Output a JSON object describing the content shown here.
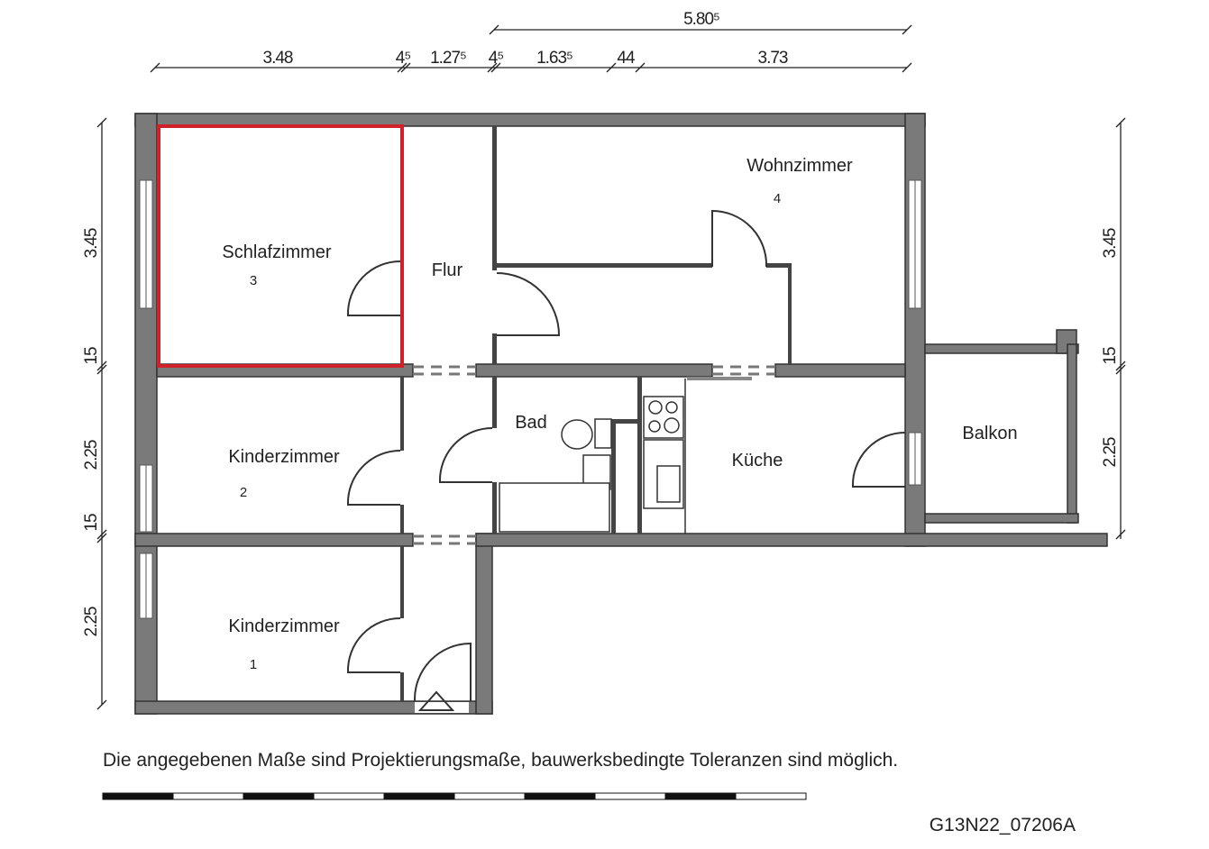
{
  "dimensions": {
    "top_total": "5.80⁵",
    "top": [
      "3.48",
      "4⁵",
      "1.27⁵",
      "4⁵",
      "1.63⁵",
      "44",
      "3.73"
    ],
    "left": [
      "3.45",
      "15",
      "2.25",
      "15",
      "2.25"
    ],
    "right": [
      "3.45",
      "15",
      "2.25"
    ]
  },
  "rooms": [
    {
      "name": "Schlafzimmer",
      "number": "3"
    },
    {
      "name": "Flur",
      "number": ""
    },
    {
      "name": "Wohnzimmer",
      "number": "4"
    },
    {
      "name": "Kinderzimmer",
      "number": "2"
    },
    {
      "name": "Bad",
      "number": ""
    },
    {
      "name": "Küche",
      "number": ""
    },
    {
      "name": "Balkon",
      "number": ""
    },
    {
      "name": "Kinderzimmer",
      "number": "1"
    }
  ],
  "highlight_color": "#d0202a",
  "note": "Die angegebenen Maße sind Projektierungsmaße, bauwerksbedingte Toleranzen sind möglich.",
  "plan_code": "G13N22_07206A"
}
